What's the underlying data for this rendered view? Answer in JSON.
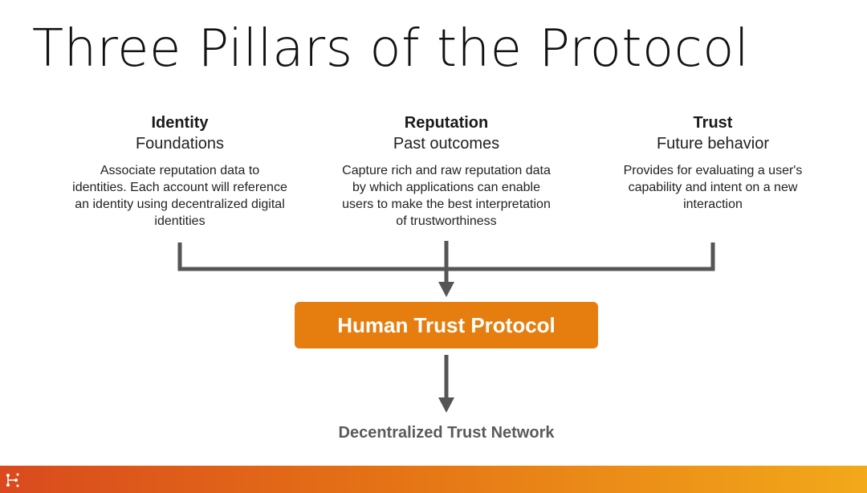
{
  "title": "Three Pillars of the Protocol",
  "pillars": [
    {
      "name": "Identity",
      "subtitle": "Foundations",
      "description": "Associate reputation data to identities. Each account will reference an identity using decentralized digital identities"
    },
    {
      "name": "Reputation",
      "subtitle": "Past outcomes",
      "description": "Capture rich and raw reputation data by which applications can enable users to make the best interpretation of trustworthiness"
    },
    {
      "name": "Trust",
      "subtitle": "Future behavior",
      "description": "Provides for evaluating a user's capability and intent on a new interaction"
    }
  ],
  "protocol": {
    "label": "Human Trust Protocol"
  },
  "output": {
    "label": "Decentralized Trust Network"
  },
  "colors": {
    "accent": "#e67e0f",
    "connector": "#555555",
    "footer_start": "#d94a1e",
    "footer_end": "#f2a91a"
  },
  "icons": {
    "logo": "network-logo-icon"
  }
}
